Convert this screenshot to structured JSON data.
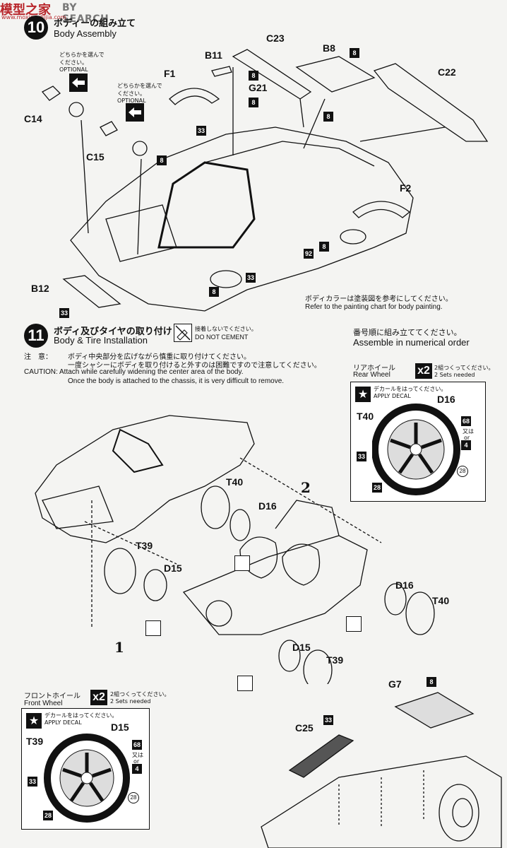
{
  "watermark": {
    "brand": "模型之家",
    "site": "BY SEARCH",
    "sub": "www.moxingzhijia.com"
  },
  "step10": {
    "number": "10",
    "title_jp": "ボディーの組み立て",
    "title_en": "Body Assembly",
    "optional_jp": "どちらかを選んでください。",
    "optional_en": "OPTIONAL",
    "parts": [
      "B11",
      "C23",
      "B8",
      "C22",
      "F1",
      "G21",
      "C14",
      "C15",
      "F2",
      "B12"
    ],
    "paint_boxes": [
      "8",
      "33",
      "92"
    ],
    "paint_note_jp": "ボディカラーは塗装図を参考にしてください。",
    "paint_note_en": "Refer to the painting chart for body painting."
  },
  "step11": {
    "number": "11",
    "title_jp": "ボディ及びタイヤの取り付け",
    "title_en": "Body & Tire Installation",
    "nocement_jp": "接着しないでください。",
    "nocement_en": "DO NOT CEMENT",
    "order_jp": "番号順に組み立ててください。",
    "order_en": "Assemble in numerical order",
    "caution_label_jp": "注　意：",
    "caution_jp_1": "ボディ中央部分を広げながら慎重に取り付けてください。",
    "caution_jp_2": "一度シャシーにボディを取り付けると外すのは困難ですので注意してください。",
    "caution_en_1": "CAUTION: Attach while carefully widening the center area of the body.",
    "caution_en_2": "Once the body is attached to the chassis, it is very difficult to remove.",
    "handwritten_1": "1",
    "handwritten_2": "2",
    "parts": [
      "T40",
      "D16",
      "T39",
      "D15",
      "D16",
      "T40",
      "D15",
      "T39",
      "G7",
      "C25"
    ]
  },
  "rear_wheel": {
    "title_jp": "リアホイール",
    "title_en": "Rear Wheel",
    "qty": "x2",
    "qty_jp": "2組つくってください。",
    "qty_en": "2 Sets needed",
    "decal_jp": "デカールをはってください。",
    "decal_en": "APPLY DECAL",
    "tire": "T40",
    "wheel": "D16",
    "decal_a": "68",
    "or_jp": "又は",
    "or_en": "or",
    "decal_b": "4",
    "paint_a": "33",
    "paint_b": "28",
    "paint_c": "28"
  },
  "front_wheel": {
    "title_jp": "フロントホイール",
    "title_en": "Front Wheel",
    "qty": "x2",
    "qty_jp": "2組つくってください。",
    "qty_en": "2 Sets needed",
    "decal_jp": "デカールをはってください。",
    "decal_en": "APPLY DECAL",
    "tire": "T39",
    "wheel": "D15",
    "decal_a": "68",
    "or_jp": "又は",
    "or_en": "or",
    "decal_b": "4",
    "paint_a": "33",
    "paint_b": "28",
    "paint_c": "28"
  },
  "colors": {
    "ink": "#111111",
    "paper": "#f4f4f2",
    "watermark_red": "#b8262b"
  }
}
